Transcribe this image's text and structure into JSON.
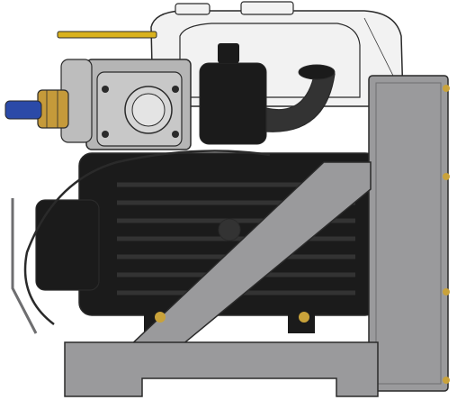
{
  "image": {
    "subject": "engine-pump-assembly-render",
    "style": "cad-rendering",
    "background_color": "#ffffff"
  },
  "colors": {
    "tank_white": "#f2f2f2",
    "outline": "#2a2a2a",
    "frame_gray": "#9a9a9c",
    "frame_dark": "#6e6e70",
    "engine_black": "#1b1b1b",
    "engine_mid": "#333333",
    "handle_yellow": "#d9b21e",
    "brass": "#c59a3a",
    "blue_fitting": "#2b4aa8",
    "pump_gray": "#b5b5b5",
    "bolt_yellow": "#c9a23a"
  },
  "parts": [
    "fuel-tank",
    "yellow-lever",
    "blue-hose-fitting",
    "brass-coupling",
    "pump-housing",
    "elbow-pipe",
    "engine-block",
    "cable-loop",
    "mounting-frame",
    "diagonal-brace",
    "base-skid"
  ]
}
